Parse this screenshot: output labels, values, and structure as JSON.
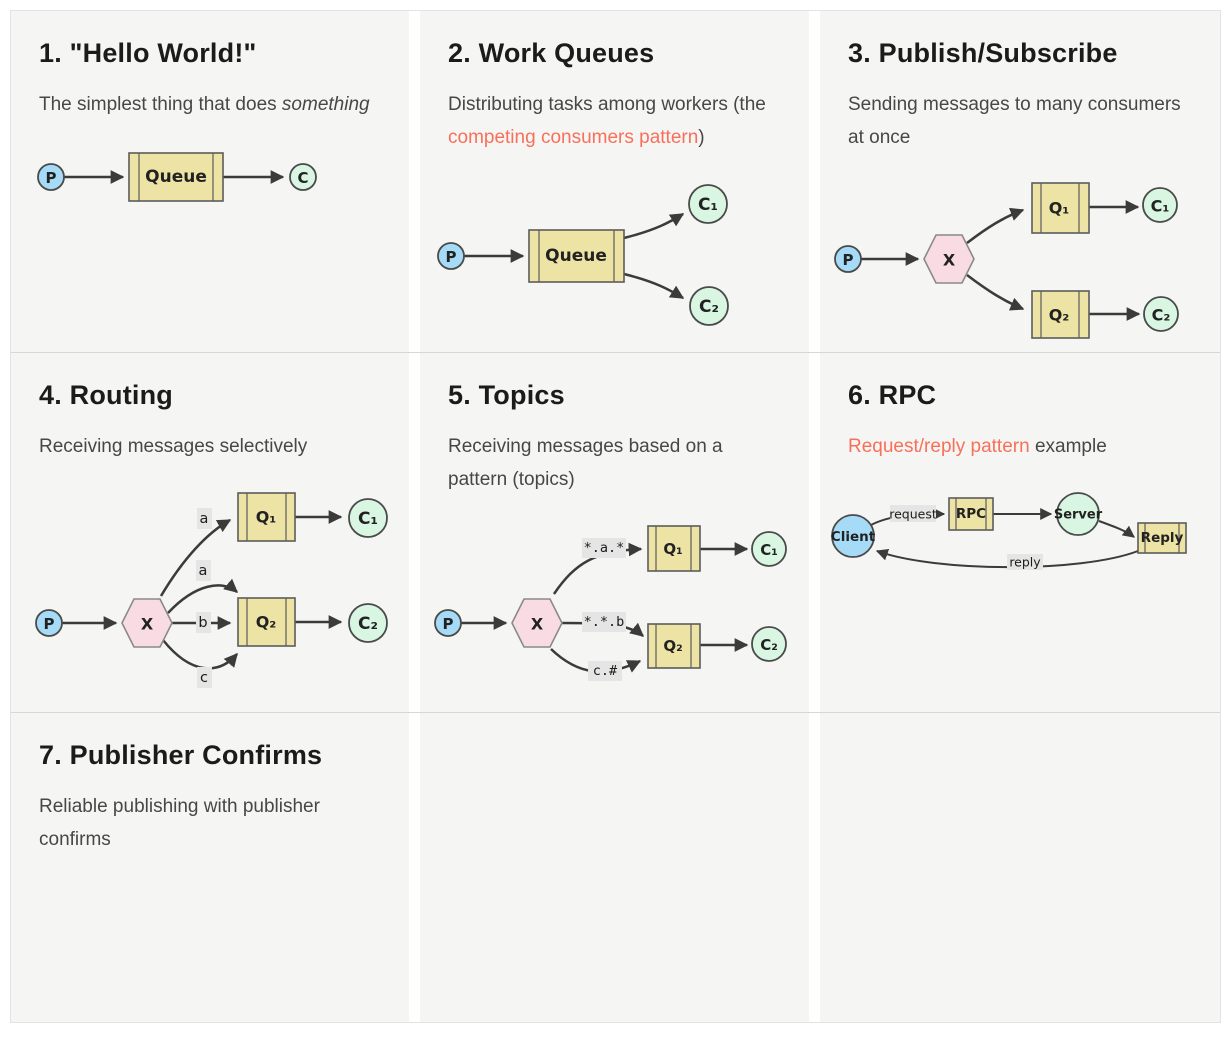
{
  "colors": {
    "link_accent": "#f8705a",
    "cell_background": "#f5f5f4",
    "heading_text": "#1b1b1b",
    "body_text": "#474747",
    "queue_fill": "#ece3a5",
    "producer_fill": "#a5dbf7",
    "consumer_fill": "#d8f6e2",
    "exchange_fill": "#f9dbe3",
    "diagram_line": "#3b3b3b",
    "edge_label_background": "#e5e5e5"
  },
  "cards": [
    {
      "title": "1. \"Hello World!\"",
      "desc": {
        "pre": "The simplest thing that does ",
        "italic": "something"
      },
      "diagram": {
        "producer": "P",
        "queue": "Queue",
        "consumer": "C"
      }
    },
    {
      "title": "2. Work Queues",
      "desc": {
        "pre": "Distributing tasks among workers (the ",
        "link": "competing consumers pattern",
        "post": ")"
      },
      "diagram": {
        "producer": "P",
        "queue": "Queue",
        "consumer1": "C₁",
        "consumer2": "C₂"
      }
    },
    {
      "title": "3. Publish/Subscribe",
      "desc": {
        "text": "Sending messages to many consumers at once"
      },
      "diagram": {
        "producer": "P",
        "exchange": "X",
        "queue1": "Q₁",
        "queue2": "Q₂",
        "consumer1": "C₁",
        "consumer2": "C₂"
      }
    },
    {
      "title": "4. Routing",
      "desc": {
        "text": "Receiving messages selectively"
      },
      "diagram": {
        "producer": "P",
        "exchange": "X",
        "queue1": "Q₁",
        "queue2": "Q₂",
        "consumer1": "C₁",
        "consumer2": "C₂",
        "binding1": "a",
        "binding2": "a",
        "binding3": "b",
        "binding4": "c"
      }
    },
    {
      "title": "5. Topics",
      "desc": {
        "text": "Receiving messages based on a pattern (topics)"
      },
      "diagram": {
        "producer": "P",
        "exchange": "X",
        "queue1": "Q₁",
        "queue2": "Q₂",
        "consumer1": "C₁",
        "consumer2": "C₂",
        "binding1": "*.a.*",
        "binding2": "*.*.b",
        "binding3": "c.#"
      }
    },
    {
      "title": "6. RPC",
      "desc": {
        "link": "Request/reply pattern",
        "post": " example"
      },
      "diagram": {
        "client": "Client",
        "request": "request",
        "rpc": "RPC",
        "server": "Server",
        "reply_queue": "Reply",
        "reply": "reply"
      }
    },
    {
      "title": "7. Publisher Confirms",
      "desc": {
        "text": "Reliable publishing with publisher confirms"
      }
    }
  ]
}
